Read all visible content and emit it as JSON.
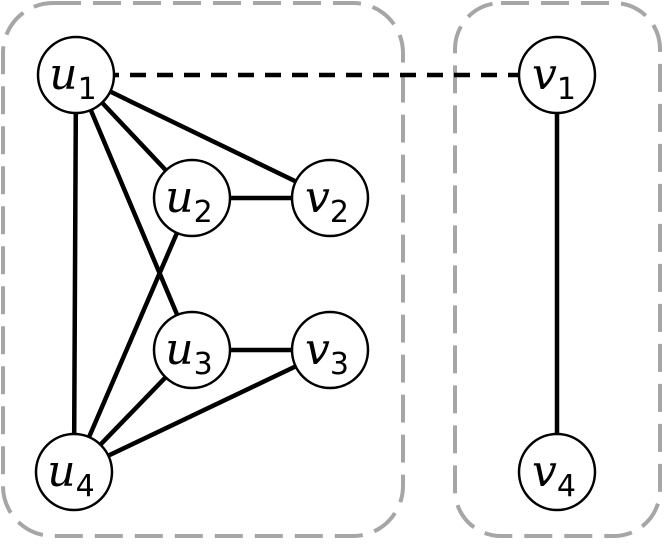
{
  "clusters": [
    {
      "id": "left-cluster"
    },
    {
      "id": "right-cluster"
    }
  ],
  "nodes": [
    {
      "id": "u1",
      "letter": "u",
      "sub": "1"
    },
    {
      "id": "u2",
      "letter": "u",
      "sub": "2"
    },
    {
      "id": "u3",
      "letter": "u",
      "sub": "3"
    },
    {
      "id": "u4",
      "letter": "u",
      "sub": "4"
    },
    {
      "id": "v1",
      "letter": "v",
      "sub": "1"
    },
    {
      "id": "v2",
      "letter": "v",
      "sub": "2"
    },
    {
      "id": "v3",
      "letter": "v",
      "sub": "3"
    },
    {
      "id": "v4",
      "letter": "v",
      "sub": "4"
    }
  ],
  "edges": [
    {
      "from": "u1",
      "to": "v1",
      "style": "dashed"
    },
    {
      "from": "u1",
      "to": "u4",
      "style": "solid"
    },
    {
      "from": "u1",
      "to": "u2",
      "style": "solid"
    },
    {
      "from": "u1",
      "to": "v2",
      "style": "solid"
    },
    {
      "from": "u1",
      "to": "u3",
      "style": "solid"
    },
    {
      "from": "u2",
      "to": "v2",
      "style": "solid"
    },
    {
      "from": "u2",
      "to": "u4",
      "style": "solid"
    },
    {
      "from": "u3",
      "to": "v3",
      "style": "solid"
    },
    {
      "from": "u3",
      "to": "u4",
      "style": "solid"
    },
    {
      "from": "v3",
      "to": "u4",
      "style": "solid"
    },
    {
      "from": "v1",
      "to": "v4",
      "style": "solid"
    }
  ]
}
